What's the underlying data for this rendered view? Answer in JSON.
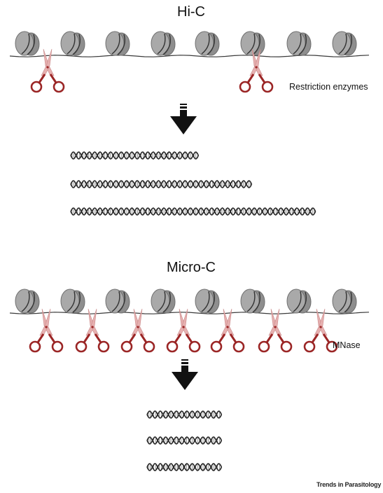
{
  "sections": [
    {
      "title": "Hi-C",
      "enzyme_label": "Restriction enzymes",
      "fragment_periods": [
        12,
        17,
        23
      ]
    },
    {
      "title": "Micro-C",
      "enzyme_label": "MNase",
      "fragment_periods": [
        7,
        7,
        7
      ]
    }
  ],
  "footer": "Trends in Parasitology",
  "colors": {
    "nucleosome_fill": "#a9a9a9",
    "nucleosome_stroke": "#6f6f6f",
    "linker_dna": "#3a3a3a",
    "scissor_blade": "#e6b0b0",
    "scissor_handle": "#9b2626",
    "arrow": "#111111",
    "dna_helix": "#222222"
  },
  "icons": {
    "nucleosome": "nucleosome-icon",
    "scissors": "scissors-icon",
    "arrow": "down-arrow-icon",
    "dna": "dna-helix-icon"
  }
}
